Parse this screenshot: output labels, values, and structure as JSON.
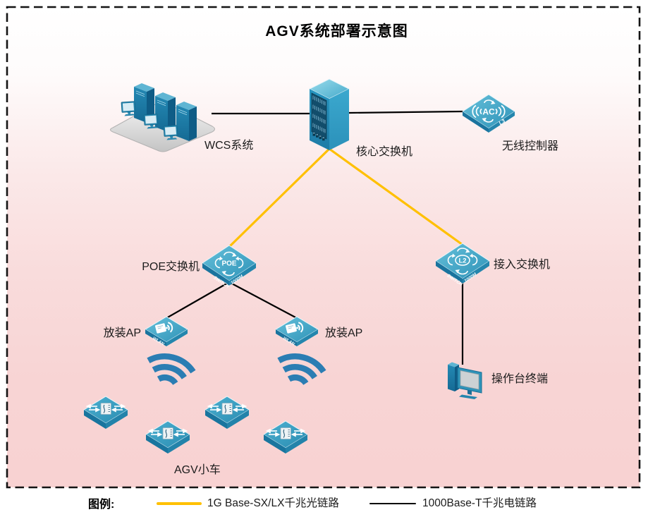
{
  "title": "AGV系统部署示意图",
  "nodes": {
    "wcs": {
      "label": "WCS系统"
    },
    "core_switch": {
      "label": "核心交换机"
    },
    "wireless_controller": {
      "label": "无线控制器",
      "badge": "AC",
      "layer_tag": "L3"
    },
    "poe_switch": {
      "label": "POE交换机",
      "badge": "POE",
      "side_left": "SWITCH",
      "side_right": "1000M"
    },
    "access_switch": {
      "label": "接入交换机",
      "badge": "L2",
      "side_left": "SWITCH",
      "side_right": "1000M"
    },
    "ap_left": {
      "label": "放装AP",
      "side_tag": "WLAN"
    },
    "ap_right": {
      "label": "放装AP",
      "side_tag": "WLAN"
    },
    "terminal": {
      "label": "操作台终端"
    },
    "agv_group": {
      "label": "AGV小车"
    }
  },
  "links": [
    {
      "from": "wcs",
      "to": "core_switch",
      "type": "1000Base-T千兆电链路"
    },
    {
      "from": "core_switch",
      "to": "wireless_controller",
      "type": "1000Base-T千兆电链路"
    },
    {
      "from": "core_switch",
      "to": "poe_switch",
      "type": "1G Base-SX/LX千兆光链路"
    },
    {
      "from": "core_switch",
      "to": "access_switch",
      "type": "1G Base-SX/LX千兆光链路"
    },
    {
      "from": "poe_switch",
      "to": "ap_left",
      "type": "1000Base-T千兆电链路"
    },
    {
      "from": "poe_switch",
      "to": "ap_right",
      "type": "1000Base-T千兆电链路"
    },
    {
      "from": "access_switch",
      "to": "terminal",
      "type": "1000Base-T千兆电链路"
    }
  ],
  "legend": {
    "title": "图例:",
    "items": [
      {
        "label": "1G Base-SX/LX千兆光链路",
        "color": "#FFC000"
      },
      {
        "label": "1000Base-T千兆电链路",
        "color": "#000000"
      }
    ]
  },
  "colors": {
    "device_teal": "#2E93B8",
    "wave_blue": "#2B7DB3",
    "background_pink": "#F8D2D2",
    "border_black": "#141414"
  }
}
